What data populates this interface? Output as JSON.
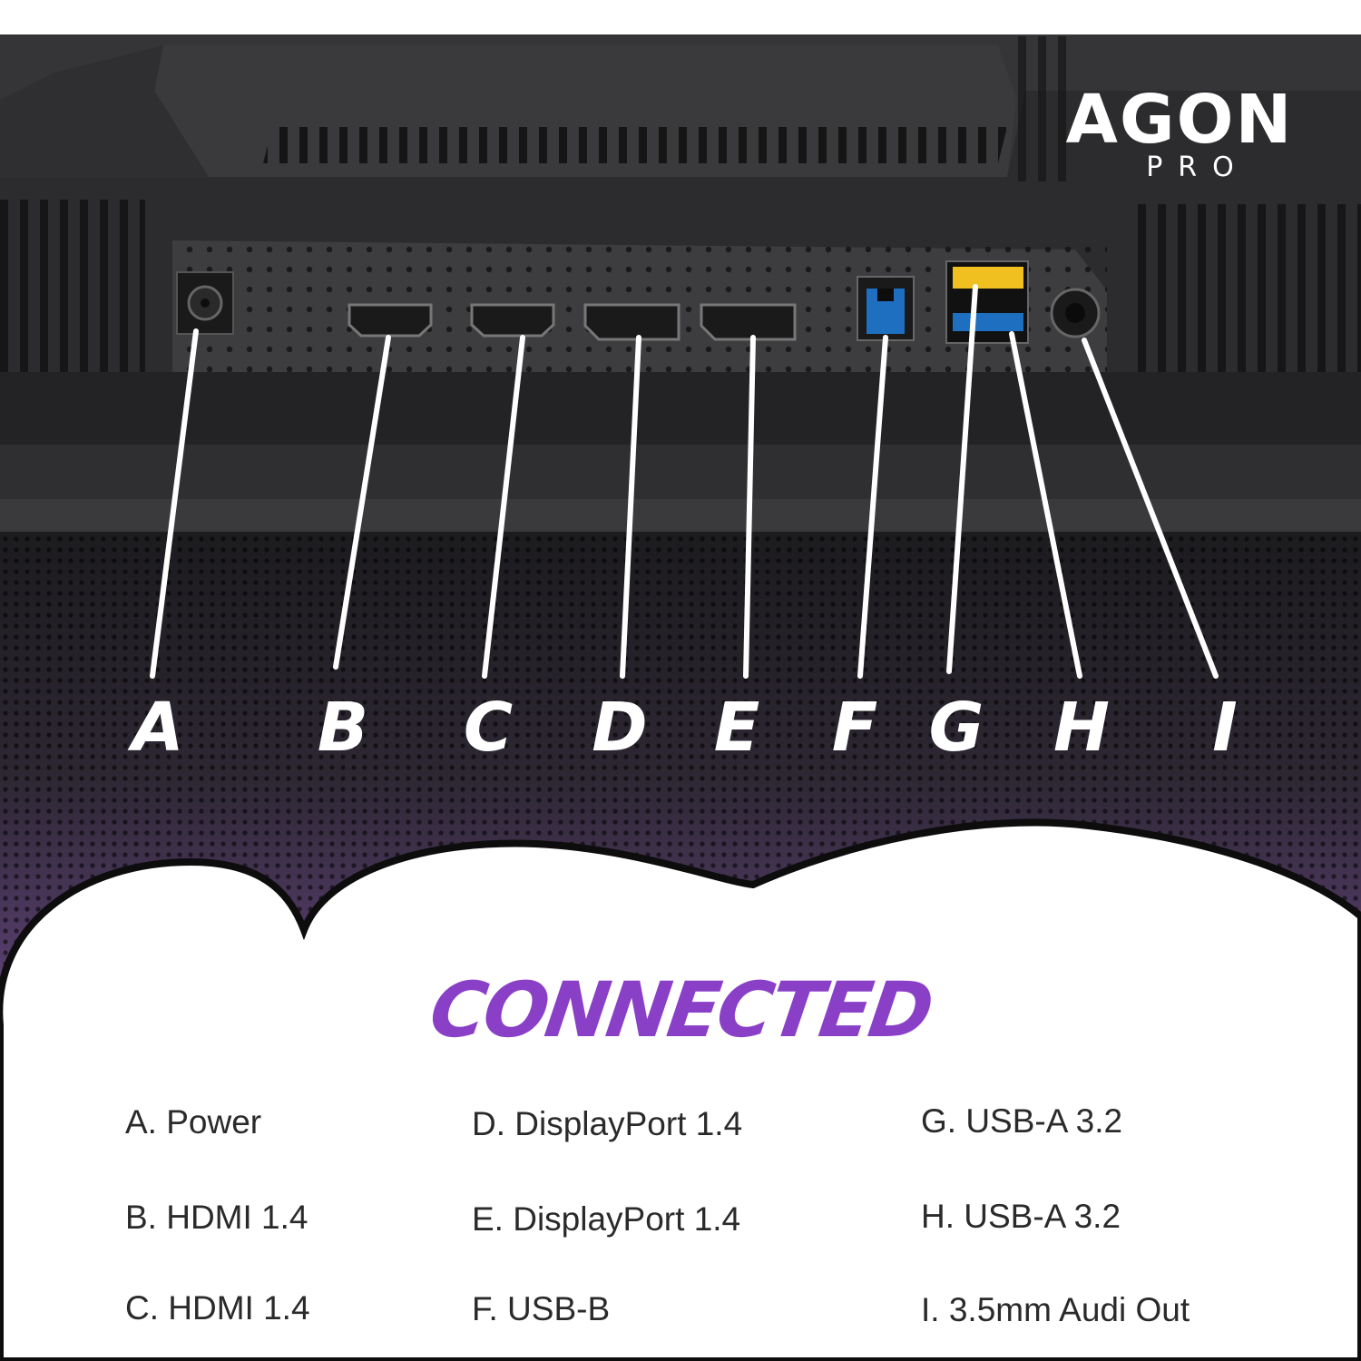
{
  "brand": {
    "name": "AGON",
    "sub": "PRO"
  },
  "port_letters": [
    "A",
    "B",
    "C",
    "D",
    "E",
    "F",
    "G",
    "H",
    "I"
  ],
  "headline": "CONNECTED",
  "legend": [
    "A. Power",
    "B. HDMI 1.4",
    "C. HDMI 1.4",
    "D. DisplayPort 1.4",
    "E. DisplayPort 1.4",
    "F. USB-B",
    "G. USB-A 3.2",
    "H. USB-A 3.2",
    "I. 3.5mm Audi Out"
  ],
  "colors": {
    "accent_purple": "#8a3fc7",
    "usb_a_yellow": "#f0c020",
    "usb_blue": "#1e6fc0",
    "dark_bg": "#2b2b2e"
  }
}
